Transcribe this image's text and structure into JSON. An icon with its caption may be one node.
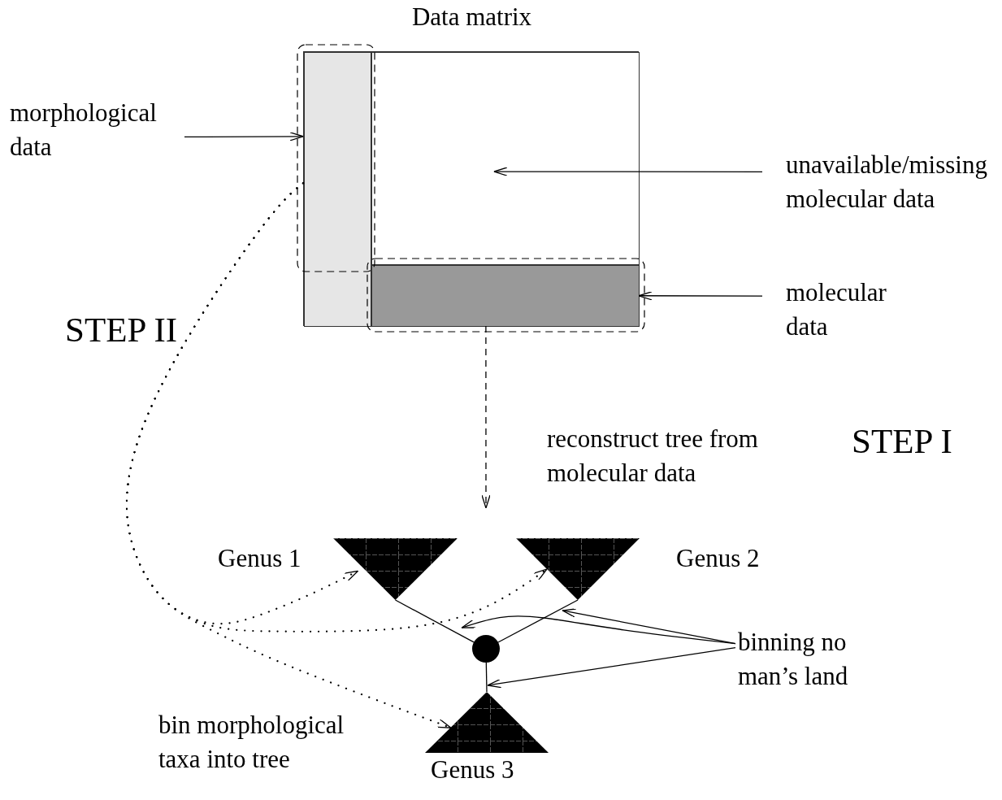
{
  "diagram": {
    "nodes": [
      {
        "text": [
          "Data matrix"
        ]
      },
      {
        "text": [],
        "shape": "box",
        "in": 0
      },
      {
        "text": [],
        "shape": "box",
        "in": 0
      },
      {
        "text": [],
        "shape": "box",
        "in": 0
      },
      {
        "text": [
          "morphological data"
        ]
      },
      {
        "text": [
          "unavailable/missing molecular data"
        ]
      },
      {
        "text": [
          "molecular data"
        ]
      },
      {
        "text": [
          "Genus 1"
        ]
      },
      {
        "text": [
          "Genus 2"
        ]
      },
      {
        "text": [
          "Genus 3"
        ]
      },
      {
        "text": [],
        "shape": "circle"
      },
      {
        "text": [
          "binning no man’s land"
        ]
      }
    ],
    "edges": [
      {
        "from": 4,
        "to": 1,
        "arrow": "to"
      },
      {
        "from": 5,
        "to": 3,
        "arrow": "to"
      },
      {
        "from": 6,
        "to": 2,
        "arrow": "to"
      },
      {
        "from": 2,
        "to": null,
        "arrow": "to",
        "style": "dashed",
        "label": "reconstruct tree from molecular data"
      },
      {
        "from": 10,
        "to": 7,
        "arrow": "none"
      },
      {
        "from": 10,
        "to": 8,
        "arrow": "none"
      },
      {
        "from": 10,
        "to": 9,
        "arrow": "none"
      },
      {
        "from": 11,
        "to": 8,
        "arrow": "to"
      },
      {
        "from": 11,
        "to": 10,
        "arrow": "to"
      },
      {
        "from": 11,
        "to": 9,
        "arrow": "to"
      },
      {
        "from": 1,
        "to": 7,
        "arrow": "to",
        "style": "dashed"
      },
      {
        "from": 1,
        "to": 8,
        "arrow": "to",
        "style": "dashed"
      },
      {
        "from": 1,
        "to": 9,
        "arrow": "to",
        "style": "dashed"
      }
    ],
    "labels": [
      "STEP II",
      "STEP I",
      "bin morphological taxa into tree"
    ]
  }
}
